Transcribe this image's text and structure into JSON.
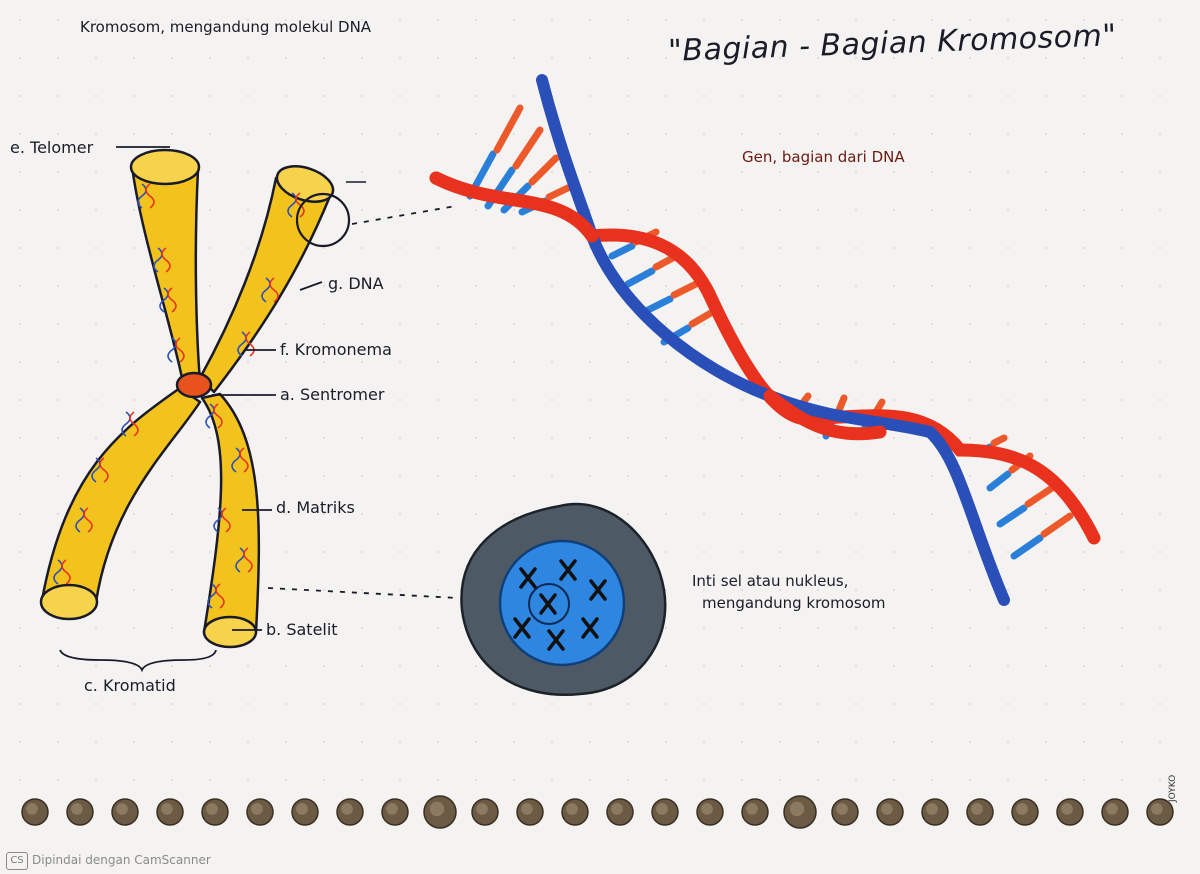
{
  "title": "\"Bagian - Bagian Kromosom\"",
  "top_caption": "Kromosom, mengandung molekul DNA",
  "gene_caption": "Gen, bagian dari DNA",
  "nucleus_caption": {
    "line1": "Inti sel atau nukleus,",
    "line2": "mengandung kromosom"
  },
  "labels": {
    "telomer": "e. Telomer",
    "dna": "g. DNA",
    "kromonema": "f. Kromonema",
    "sentromer": "a. Sentromer",
    "matriks": "d. Matriks",
    "satelit": "b. Satelit",
    "kromatid": "c. Kromatid"
  },
  "footer": {
    "scanner_logo": "CS",
    "scanner_text": "Dipindai dengan CamScanner",
    "brand": "JOYKO"
  },
  "colors": {
    "chromosome": "#f2c31c",
    "centromere": "#e8521c",
    "dna_red": "#e8321e",
    "dna_blue": "#2a4fb8",
    "nucleus_outer": "#4e5966",
    "nucleus_inner": "#2f86e0",
    "binder_hole": "#6b5a44"
  }
}
